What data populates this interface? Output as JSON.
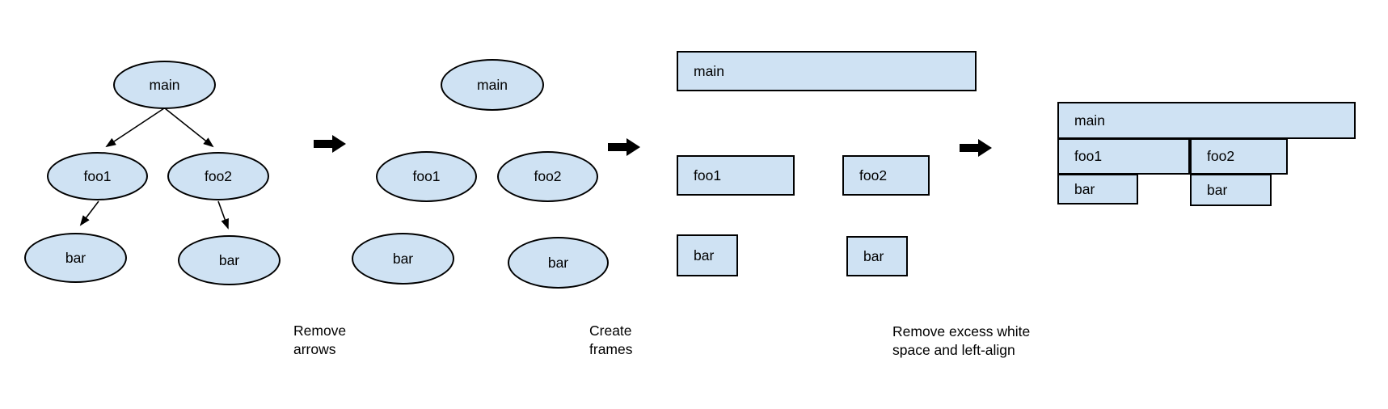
{
  "colors": {
    "node_fill": "#cfe2f3",
    "node_border": "#000000",
    "arrow_black": "#000000",
    "text": "#000000",
    "background": "#ffffff"
  },
  "panels": {
    "call_tree": {
      "nodes": [
        {
          "label": "main"
        },
        {
          "label": "foo1"
        },
        {
          "label": "foo2"
        },
        {
          "label": "bar"
        },
        {
          "label": "bar"
        }
      ]
    },
    "no_arrows": {
      "nodes": [
        {
          "label": "main"
        },
        {
          "label": "foo1"
        },
        {
          "label": "foo2"
        },
        {
          "label": "bar"
        },
        {
          "label": "bar"
        }
      ]
    },
    "frames": {
      "nodes": [
        {
          "label": "main"
        },
        {
          "label": "foo1"
        },
        {
          "label": "foo2"
        },
        {
          "label": "bar"
        },
        {
          "label": "bar"
        }
      ]
    },
    "flame_graph": {
      "nodes": [
        {
          "label": "main"
        },
        {
          "label": "foo1"
        },
        {
          "label": "foo2"
        },
        {
          "label": "bar"
        },
        {
          "label": "bar"
        }
      ]
    }
  },
  "captions": {
    "step1": "Remove\narrows",
    "step2": "Create\nframes",
    "step3": "Remove excess white\nspace and left-align"
  }
}
